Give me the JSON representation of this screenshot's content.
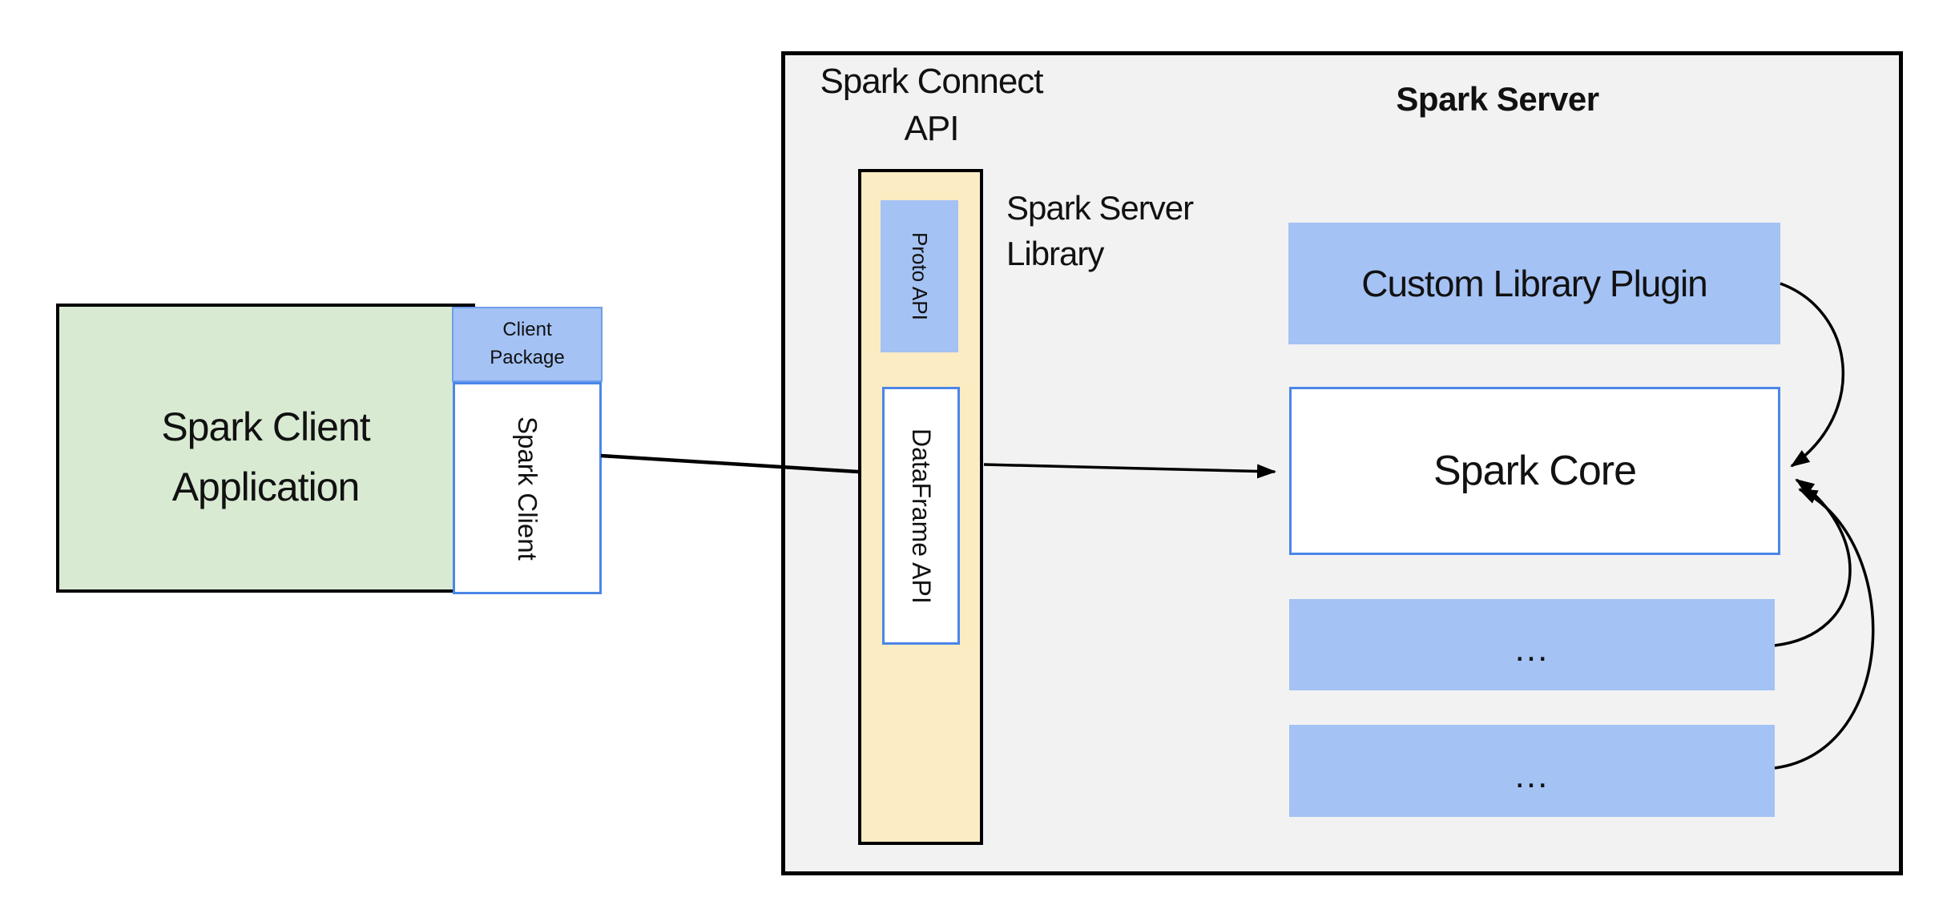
{
  "client_app": {
    "title": "Spark Client Application",
    "package_label": "Client Package",
    "client_label": "Spark Client"
  },
  "connect_api": {
    "label": "Spark Connect API",
    "proto_label": "Proto API",
    "dataframe_label": "DataFrame API",
    "caption": "Spark Server Library"
  },
  "server": {
    "title": "Spark Server",
    "plugin_label": "Custom Library Plugin",
    "core_label": "Spark Core",
    "more_plugins_top": "...",
    "more_plugins_bottom": "..."
  },
  "colors": {
    "green_fill": "#d9ead3",
    "blue_fill": "#a4c2f4",
    "blue_border": "#4a86e8",
    "yellow_fill": "#fcecc3",
    "gray_fill": "#f2f2f2",
    "outline": "#000000",
    "arrow": "#000000"
  }
}
